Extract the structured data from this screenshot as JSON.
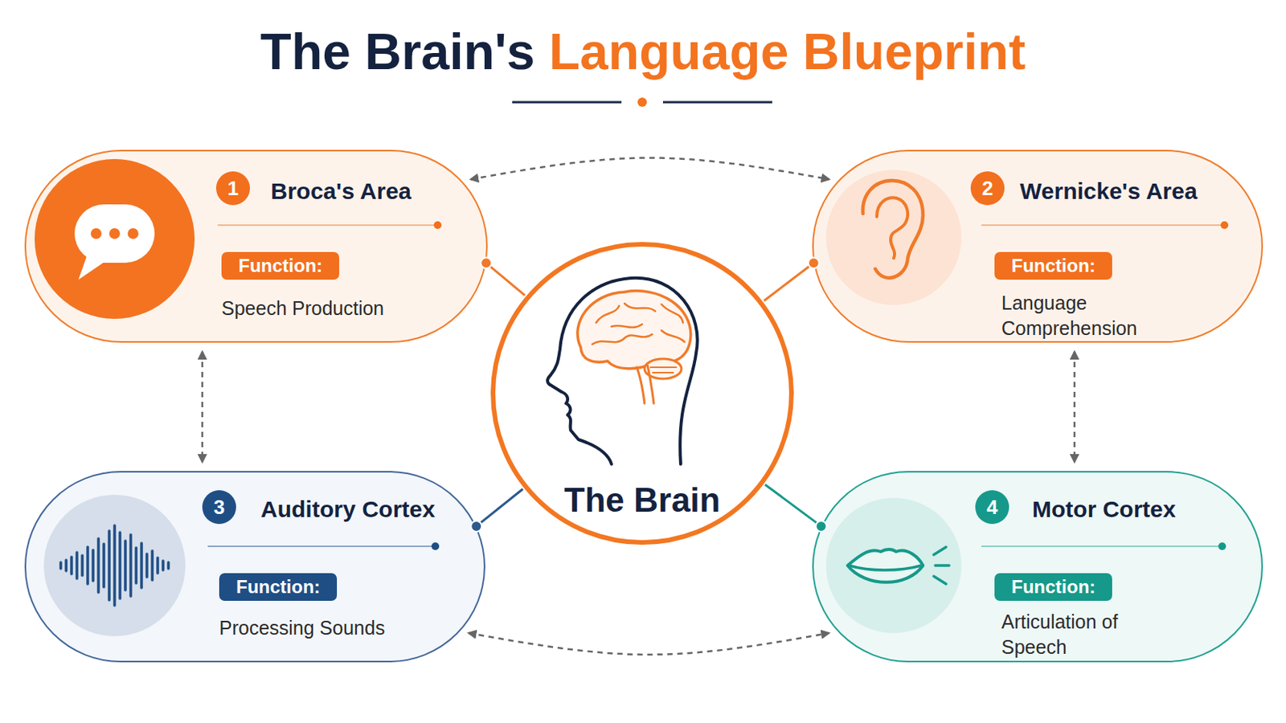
{
  "diagram": {
    "title": "The Brain's Language Blueprint",
    "nodes": [
      {
        "text": [
          "1",
          "Broca's Area",
          "Function:",
          "Speech Production"
        ]
      },
      {
        "text": [
          "2",
          "Wernicke's Area",
          "Function:",
          "Language Comprehension"
        ]
      },
      {
        "text": [
          "The Brain"
        ]
      },
      {
        "text": [
          "3",
          "Auditory Cortex",
          "Function:",
          "Processing Sounds"
        ]
      },
      {
        "text": [
          "4",
          "Motor Cortex",
          "Function:",
          "Articulation of Speech"
        ]
      }
    ],
    "edges": [
      {
        "from": 2,
        "to": 0,
        "arrow": "none"
      },
      {
        "from": 2,
        "to": 1,
        "arrow": "none"
      },
      {
        "from": 2,
        "to": 3,
        "arrow": "none"
      },
      {
        "from": 2,
        "to": 4,
        "arrow": "none"
      },
      {
        "from": 0,
        "to": 1,
        "arrow": "both"
      },
      {
        "from": 0,
        "to": 3,
        "arrow": "both"
      },
      {
        "from": 1,
        "to": 4,
        "arrow": "both"
      },
      {
        "from": 3,
        "to": 4,
        "arrow": "both"
      }
    ]
  }
}
